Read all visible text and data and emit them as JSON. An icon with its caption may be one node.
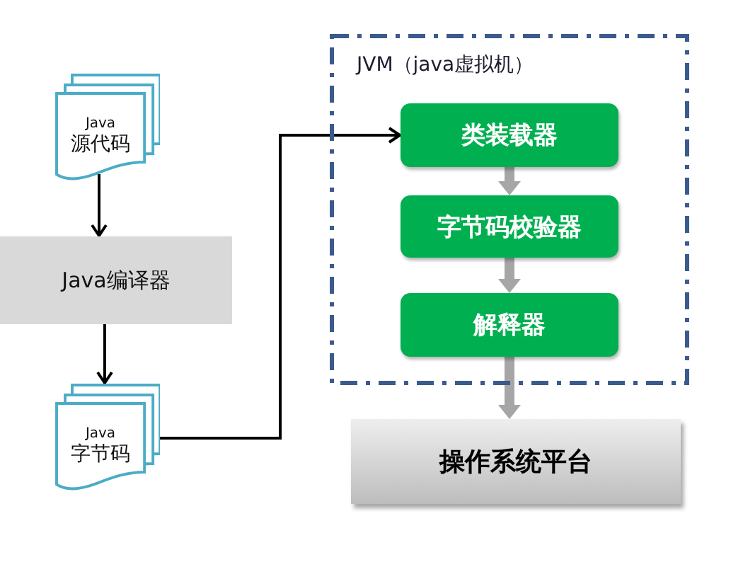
{
  "diagram": {
    "nodes": [
      {
        "text": [
          "Java",
          "源代码"
        ]
      },
      {
        "text": [
          "Java编译器"
        ]
      },
      {
        "text": [
          "Java",
          "字节码"
        ]
      },
      {
        "text": [
          "JVM（java虚拟机）"
        ]
      },
      {
        "text": [
          "类装载器"
        ],
        "in": 3
      },
      {
        "text": [
          "字节码校验器"
        ],
        "in": 3
      },
      {
        "text": [
          "解释器"
        ],
        "in": 3
      },
      {
        "text": [
          "操作系统平台"
        ]
      }
    ],
    "edges": [
      {
        "from": 0,
        "to": 1,
        "arrow": "to"
      },
      {
        "from": 1,
        "to": 2,
        "arrow": "to"
      },
      {
        "from": 2,
        "to": 4,
        "arrow": "to"
      },
      {
        "from": 4,
        "to": 5,
        "arrow": "to",
        "style": "thick",
        "color": "#a6a6a6"
      },
      {
        "from": 5,
        "to": 6,
        "arrow": "to",
        "style": "thick",
        "color": "#a6a6a6"
      },
      {
        "from": 6,
        "to": 7,
        "arrow": "to",
        "style": "thick",
        "color": "#a6a6a6"
      }
    ]
  }
}
